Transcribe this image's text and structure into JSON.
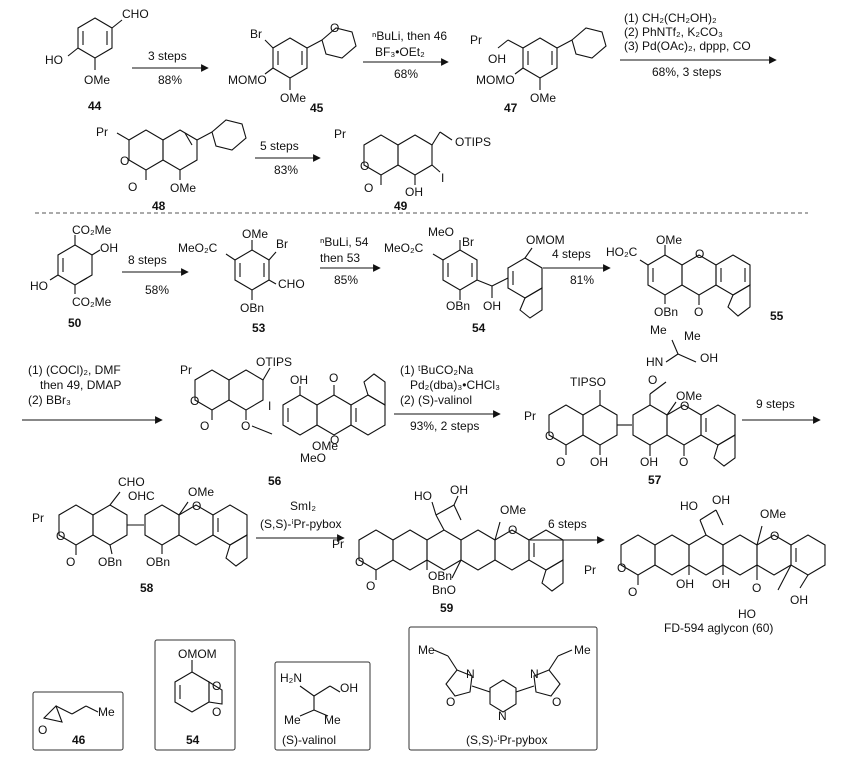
{
  "arrows": {
    "a1": {
      "top": "3 steps",
      "bottom": "88%"
    },
    "a2": {
      "top1": "ⁿBuLi, then 46",
      "top2": "BF₃•OEt₂",
      "bottom": "68%"
    },
    "a3": {
      "l1": "(1) CH₂(CH₂OH)₂",
      "l2": "(2) PhNTf₂, K₂CO₃",
      "l3": "(3) Pd(OAc)₂, dppp,  CO",
      "bottom": "68%, 3 steps"
    },
    "a4": {
      "top": "5 steps",
      "bottom": "83%"
    },
    "a5": {
      "top": "8 steps",
      "bottom": "58%"
    },
    "a6": {
      "top1": "ⁿBuLi, 54",
      "top2": "then 53",
      "bottom": "85%"
    },
    "a7": {
      "top": "4 steps",
      "bottom": "81%"
    },
    "a8": {
      "l1": "(1) (COCl)₂, DMF",
      "l2": "then 49, DMAP",
      "l3": "(2) BBr₃"
    },
    "a9": {
      "l1": "(1) ᵗBuCO₂Na",
      "l2": "Pd₂(dba)₃•CHCl₃",
      "l3": "(2) (S)-valinol",
      "bottom": "93%, 2 steps"
    },
    "a10": {
      "top": "9 steps"
    },
    "a11": {
      "top1": "SmI₂",
      "top2": "(S,S)-ⁱPr-pybox"
    },
    "a12": {
      "top": "6 steps"
    }
  },
  "compounds": {
    "c44": "44",
    "c45": "45",
    "c47": "47",
    "c48": "48",
    "c49": "49",
    "c50": "50",
    "c53": "53",
    "c54": "54",
    "c55": "55",
    "c56": "56",
    "c57": "57",
    "c58": "58",
    "c59": "59",
    "c60": "FD-594 aglycon (60)",
    "c46": "46",
    "valinol": "(S)-valinol",
    "pybox": "(S,S)-ⁱPr-pybox"
  },
  "atoms": {
    "cho": "CHO",
    "ho": "HO",
    "ome": "OMe",
    "br": "Br",
    "momo": "MOMO",
    "pr": "Pr",
    "oh": "OH",
    "o": "O",
    "otips": "OTIPS",
    "i": "I",
    "co2me": "CO₂Me",
    "meo2c": "MeO₂C",
    "obn": "OBn",
    "omom": "OMOM",
    "ho2c": "HO₂C",
    "meo": "MeO",
    "tipso": "TIPSO",
    "hn": "HN",
    "me": "Me",
    "ohc": "OHC",
    "bno": "BnO",
    "h2n": "H₂N",
    "n": "N"
  }
}
